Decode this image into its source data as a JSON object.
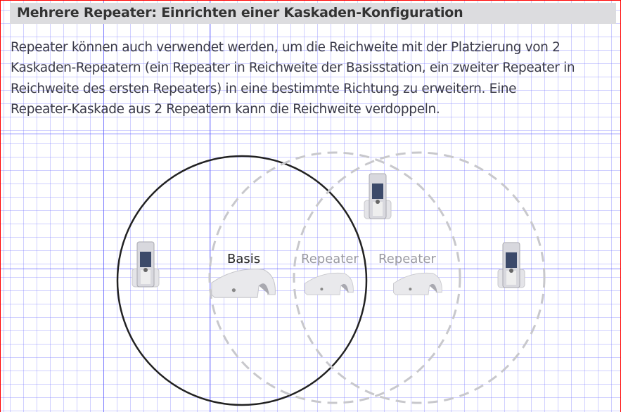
{
  "header": {
    "title": "Mehrere Repeater: Einrichten einer Kaskaden-Konfiguration"
  },
  "body": {
    "lines": [
      "Repeater können auch verwendet werden, um die Reichweite mit der Platzierung von 2",
      "Kaskaden-Repeatern (ein Repeater in Reichweite der Basisstation, ein zweiter Repeater in",
      "Reichweite des ersten Repeaters) in eine bestimmte Richtung zu erweitern. Eine",
      "Repeater-Kaskade aus 2 Repeatern kann die Reichweite verdoppeln."
    ]
  },
  "diagram": {
    "base_label": "Basis",
    "repeater1_label": "Repeater",
    "repeater2_label": "Repeater"
  }
}
